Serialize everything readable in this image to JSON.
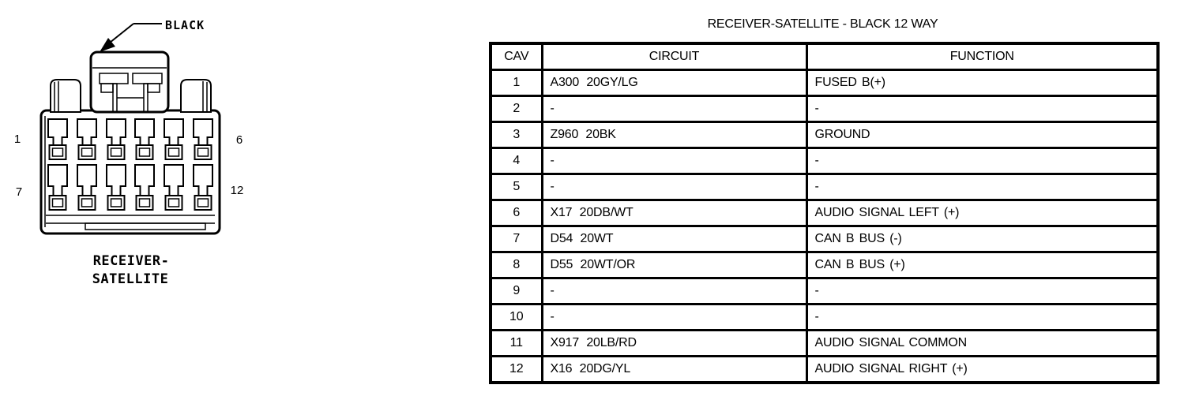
{
  "colors": {
    "ink": "#000000",
    "background": "#ffffff"
  },
  "connector": {
    "color_label": "BLACK",
    "caption_line1": "RECEIVER-",
    "caption_line2": "SATELLITE",
    "pin_labels": {
      "top_left": "1",
      "top_right": "6",
      "bottom_left": "7",
      "bottom_right": "12"
    }
  },
  "table": {
    "title": "RECEIVER-SATELLITE - BLACK 12 WAY",
    "headers": [
      "CAV",
      "CIRCUIT",
      "FUNCTION"
    ],
    "rows": [
      {
        "cav": "1",
        "circuit": "A300 20GY/LG",
        "function": "FUSED B(+)"
      },
      {
        "cav": "2",
        "circuit": "-",
        "function": "-"
      },
      {
        "cav": "3",
        "circuit": "Z960 20BK",
        "function": "GROUND"
      },
      {
        "cav": "4",
        "circuit": "-",
        "function": "-"
      },
      {
        "cav": "5",
        "circuit": "-",
        "function": "-"
      },
      {
        "cav": "6",
        "circuit": "X17 20DB/WT",
        "function": "AUDIO SIGNAL LEFT (+)"
      },
      {
        "cav": "7",
        "circuit": "D54 20WT",
        "function": "CAN B BUS (-)"
      },
      {
        "cav": "8",
        "circuit": "D55 20WT/OR",
        "function": "CAN B BUS (+)"
      },
      {
        "cav": "9",
        "circuit": "-",
        "function": "-"
      },
      {
        "cav": "10",
        "circuit": "-",
        "function": "-"
      },
      {
        "cav": "11",
        "circuit": "X917 20LB/RD",
        "function": "AUDIO SIGNAL COMMON"
      },
      {
        "cav": "12",
        "circuit": "X16 20DG/YL",
        "function": "AUDIO SIGNAL RIGHT (+)"
      }
    ]
  }
}
